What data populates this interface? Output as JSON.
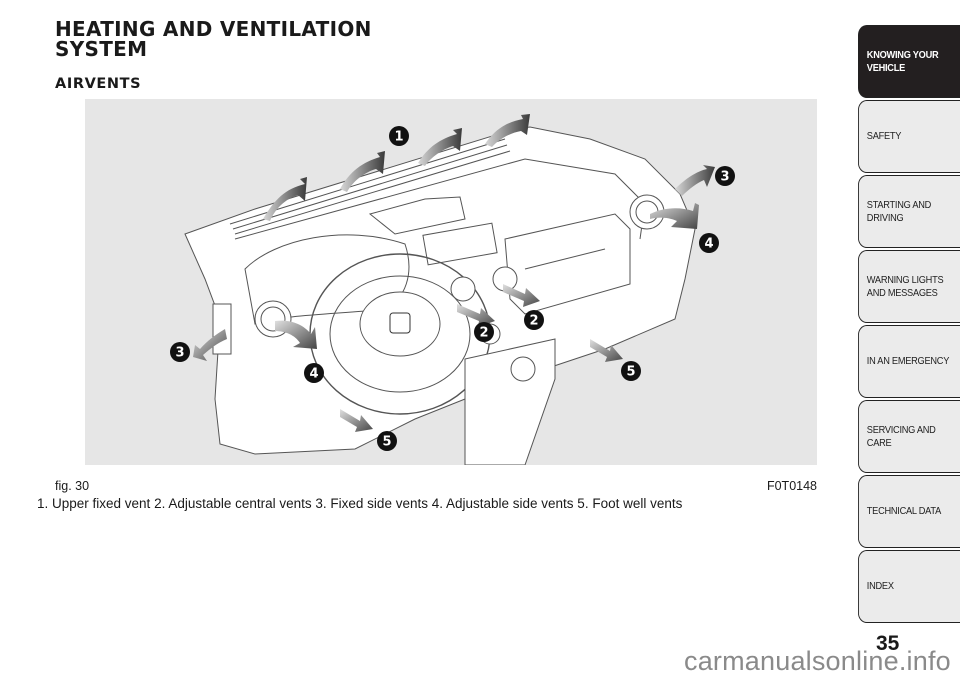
{
  "page": {
    "title_line1": "HEATING AND VENTILATION",
    "title_line2": "SYSTEM",
    "section": "AIRVENTS",
    "page_number": "35",
    "watermark": "carmanualsonline.info"
  },
  "figure": {
    "label": "fig. 30",
    "code": "F0T0148",
    "background_color": "#e6e6e6",
    "callouts": [
      {
        "id": "1",
        "meaning": "Upper fixed vent"
      },
      {
        "id": "2",
        "meaning": "Adjustable central vents"
      },
      {
        "id": "2",
        "meaning": "Adjustable central vents"
      },
      {
        "id": "3",
        "meaning": "Fixed side vents"
      },
      {
        "id": "3",
        "meaning": "Fixed side vents"
      },
      {
        "id": "4",
        "meaning": "Adjustable side vents"
      },
      {
        "id": "4",
        "meaning": "Adjustable side vents"
      },
      {
        "id": "5",
        "meaning": "Foot well vents"
      },
      {
        "id": "5",
        "meaning": "Foot well vents"
      }
    ],
    "caption": "1. Upper fixed vent 2. Adjustable central vents 3. Fixed side vents 4. Adjustable side vents 5. Foot well vents"
  },
  "tabs": [
    {
      "label": "KNOWING YOUR\nVEHICLE",
      "active": true
    },
    {
      "label": "SAFETY",
      "active": false
    },
    {
      "label": "STARTING AND\nDRIVING",
      "active": false
    },
    {
      "label": "WARNING LIGHTS\nAND MESSAGES",
      "active": false
    },
    {
      "label": "IN AN EMERGENCY",
      "active": false
    },
    {
      "label": "SERVICING AND\nCARE",
      "active": false
    },
    {
      "label": "TECHNICAL DATA",
      "active": false
    },
    {
      "label": "INDEX",
      "active": false
    }
  ]
}
